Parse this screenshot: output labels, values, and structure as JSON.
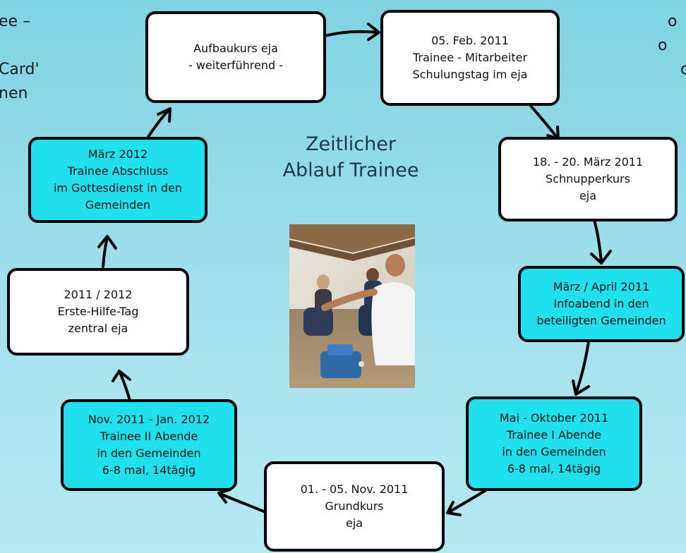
{
  "left_fragment": [
    "ee –",
    "Card'",
    "nen"
  ],
  "right_fragment": [
    "o",
    "o",
    "c"
  ],
  "title": [
    "Zeitlicher",
    "Ablauf Trainee"
  ],
  "steps": [
    {
      "lines": [
        "Aufbaukurs eja",
        "- weiterführend -"
      ],
      "style": "white"
    },
    {
      "lines": [
        "05. Feb. 2011",
        "Trainee - Mitarbeiter",
        "Schulungstag im eja"
      ],
      "style": "white"
    },
    {
      "lines": [
        "18. - 20. März 2011",
        "Schnupperkurs",
        "eja"
      ],
      "style": "white"
    },
    {
      "lines": [
        "März / April 2011",
        "Infoabend in den",
        "beteiligten Gemeinden"
      ],
      "style": "cyan"
    },
    {
      "lines": [
        "Mai - Oktober 2011",
        "Trainee I Abende",
        "in den Gemeinden",
        "6-8 mal, 14tägig"
      ],
      "style": "cyan"
    },
    {
      "lines": [
        "01. - 05. Nov. 2011",
        "Grundkurs",
        "eja"
      ],
      "style": "white"
    },
    {
      "lines": [
        "Nov. 2011 - Jan. 2012",
        "Trainee II Abende",
        "in den Gemeinden",
        "6-8 mal, 14tägig"
      ],
      "style": "cyan"
    },
    {
      "lines": [
        "2011 / 2012",
        "Erste-Hilfe-Tag",
        "zentral eja"
      ],
      "style": "white"
    },
    {
      "lines": [
        "März 2012",
        "Trainee Abschluss",
        "im Gottesdienst in den",
        "Gemeinden"
      ],
      "style": "cyan"
    }
  ],
  "colors": {
    "highlight_box": "#1fe1ee",
    "plain_box": "#ffffff",
    "background": "#9fdeeb"
  }
}
